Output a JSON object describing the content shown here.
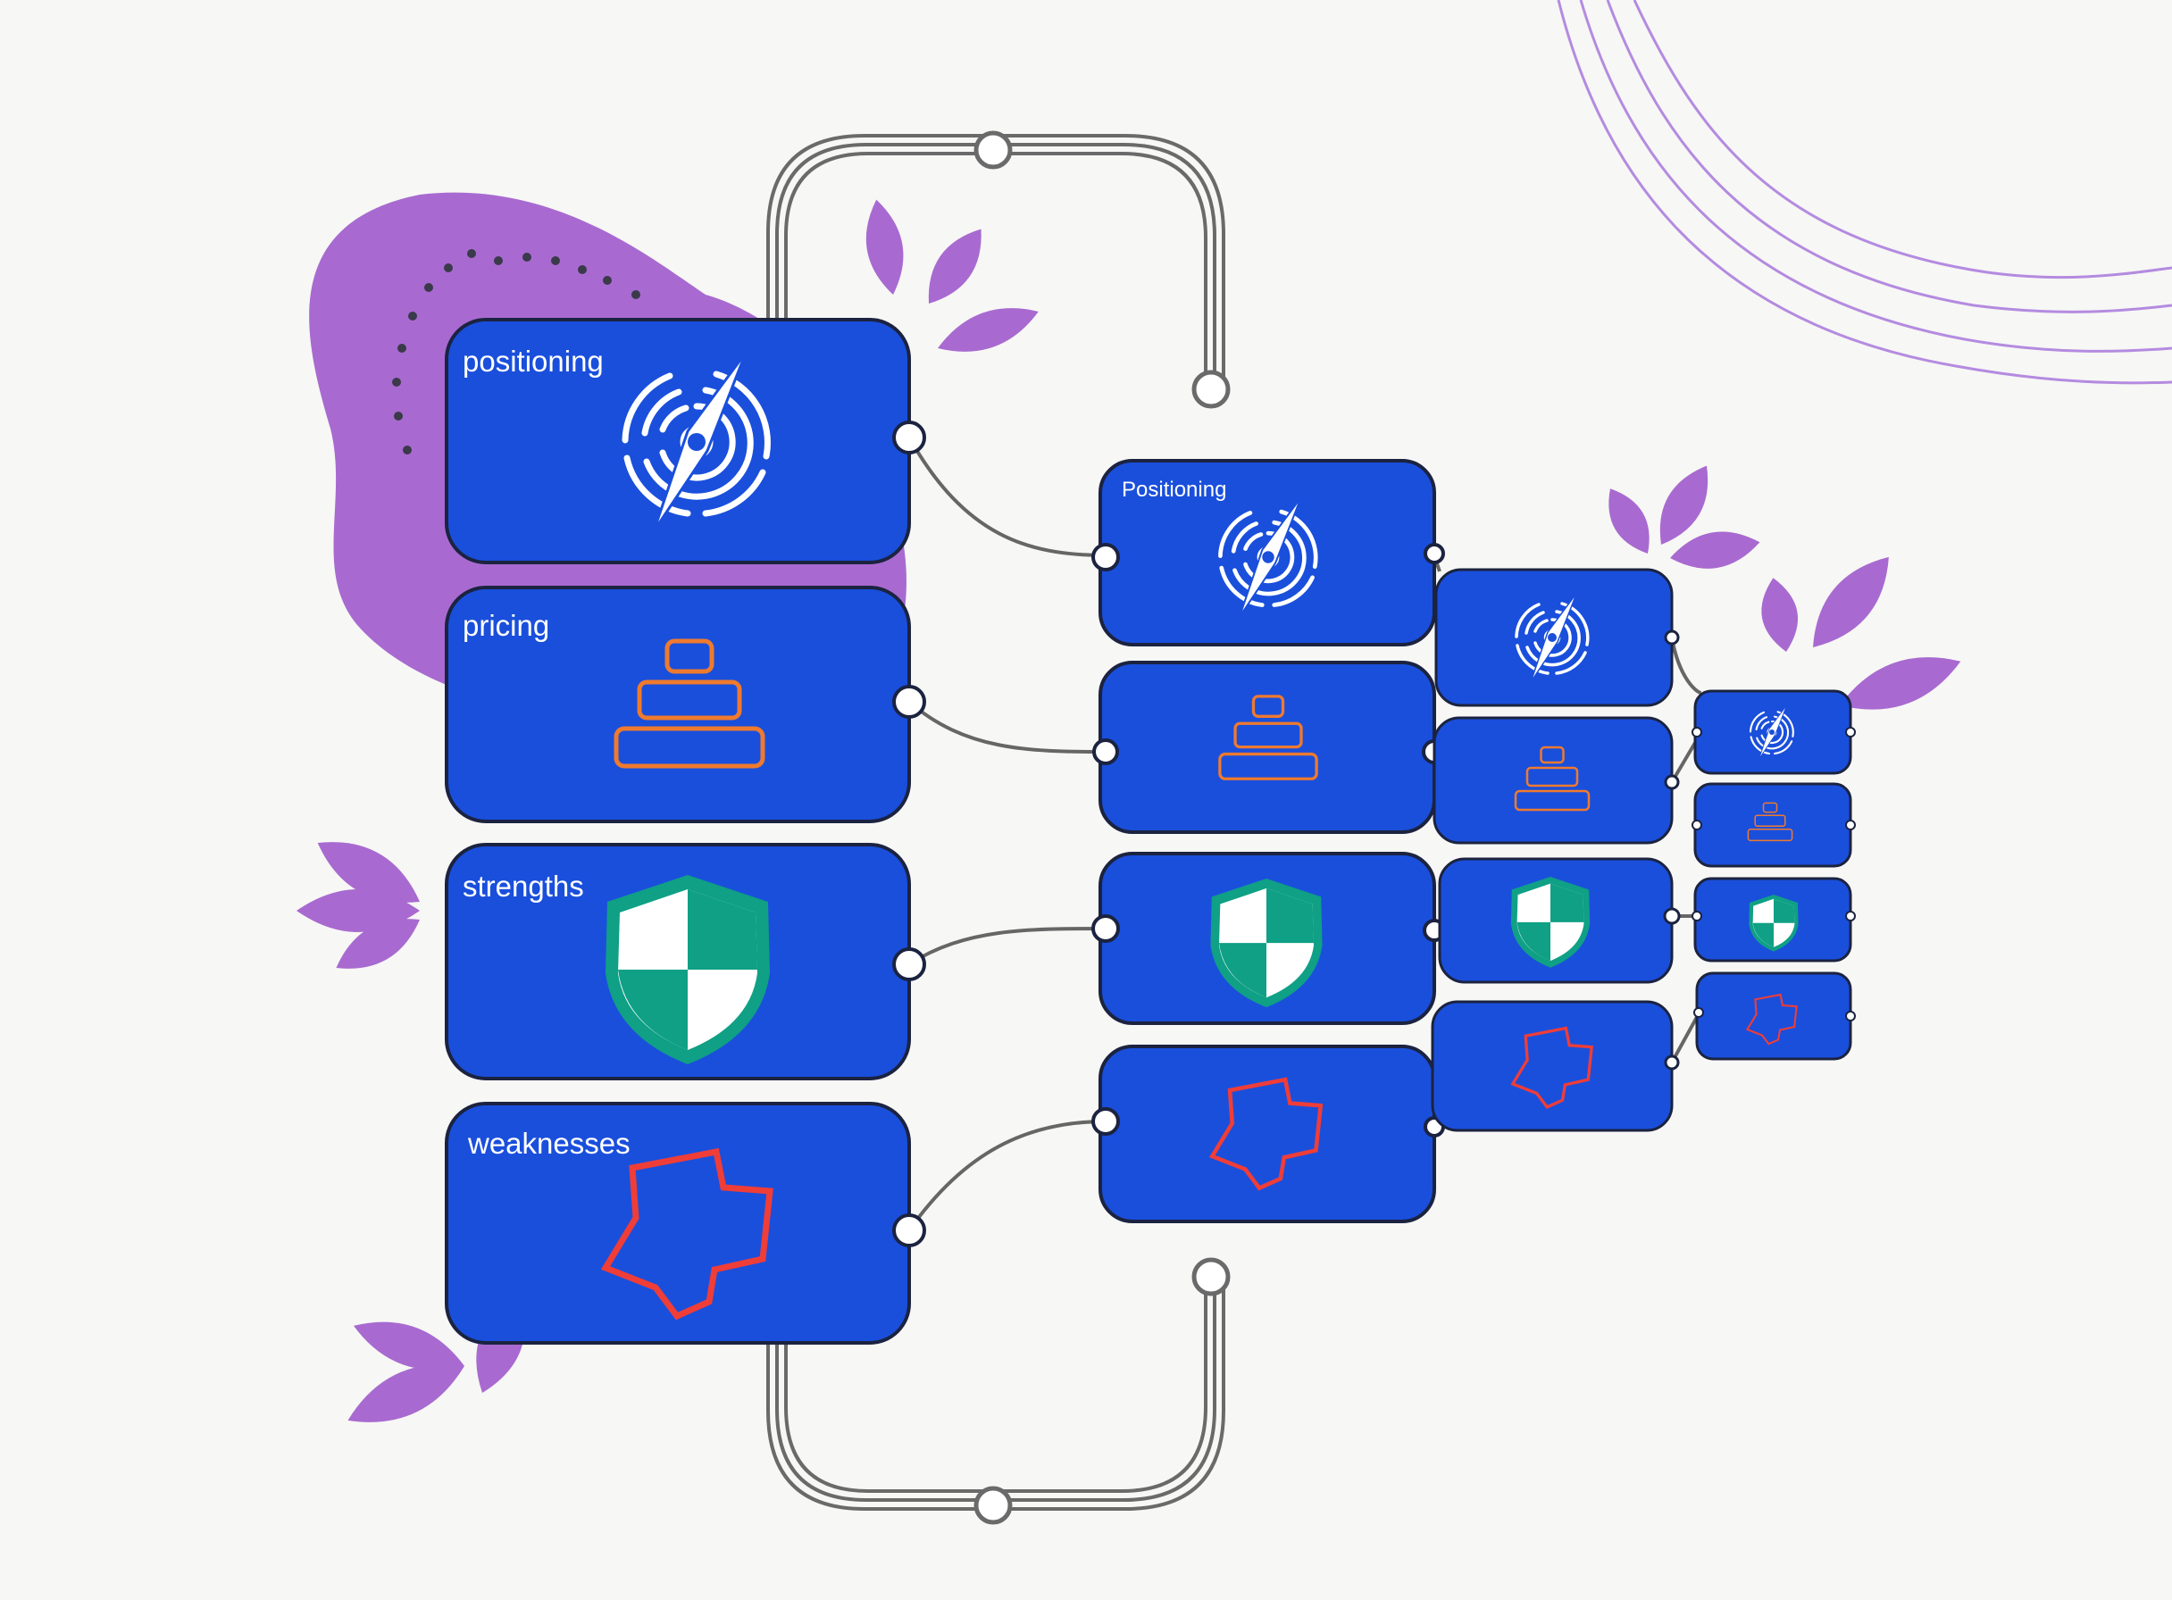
{
  "diagram": {
    "colors": {
      "background": "#f7f7f5",
      "card_fill": "#1a4fdc",
      "card_stroke": "#1b2340",
      "accent_purple": "#a86ad0",
      "connector": "#666666",
      "compass_icon": "#ffffff",
      "pricing_icon": "#ef7a2e",
      "shield_green": "#0fa085",
      "weakness_icon": "#ef3d38"
    },
    "columns": [
      {
        "level": 1,
        "cards": [
          {
            "label": "positioning",
            "icon": "compass-target-icon"
          },
          {
            "label": "pricing",
            "icon": "stacked-tiers-icon"
          },
          {
            "label": "strengths",
            "icon": "shield-icon"
          },
          {
            "label": "weaknesses",
            "icon": "broken-star-icon"
          }
        ]
      },
      {
        "level": 2,
        "cards": [
          {
            "label": "Positioning",
            "icon": "compass-target-icon"
          },
          {
            "label": "",
            "icon": "stacked-tiers-icon"
          },
          {
            "label": "",
            "icon": "shield-icon"
          },
          {
            "label": "",
            "icon": "broken-star-icon"
          }
        ]
      },
      {
        "level": 3,
        "cards": [
          {
            "label": "",
            "icon": "compass-target-icon"
          },
          {
            "label": "",
            "icon": "stacked-tiers-icon"
          },
          {
            "label": "",
            "icon": "shield-icon"
          },
          {
            "label": "",
            "icon": "broken-star-icon"
          }
        ]
      },
      {
        "level": 4,
        "cards": [
          {
            "label": "",
            "icon": "compass-target-icon"
          },
          {
            "label": "",
            "icon": "stacked-tiers-icon"
          },
          {
            "label": "",
            "icon": "shield-icon"
          },
          {
            "label": "",
            "icon": "broken-star-icon"
          }
        ]
      }
    ],
    "decorations": [
      "purple-blob",
      "leaf-cluster-icon",
      "wave-lines",
      "rail-loop"
    ]
  }
}
